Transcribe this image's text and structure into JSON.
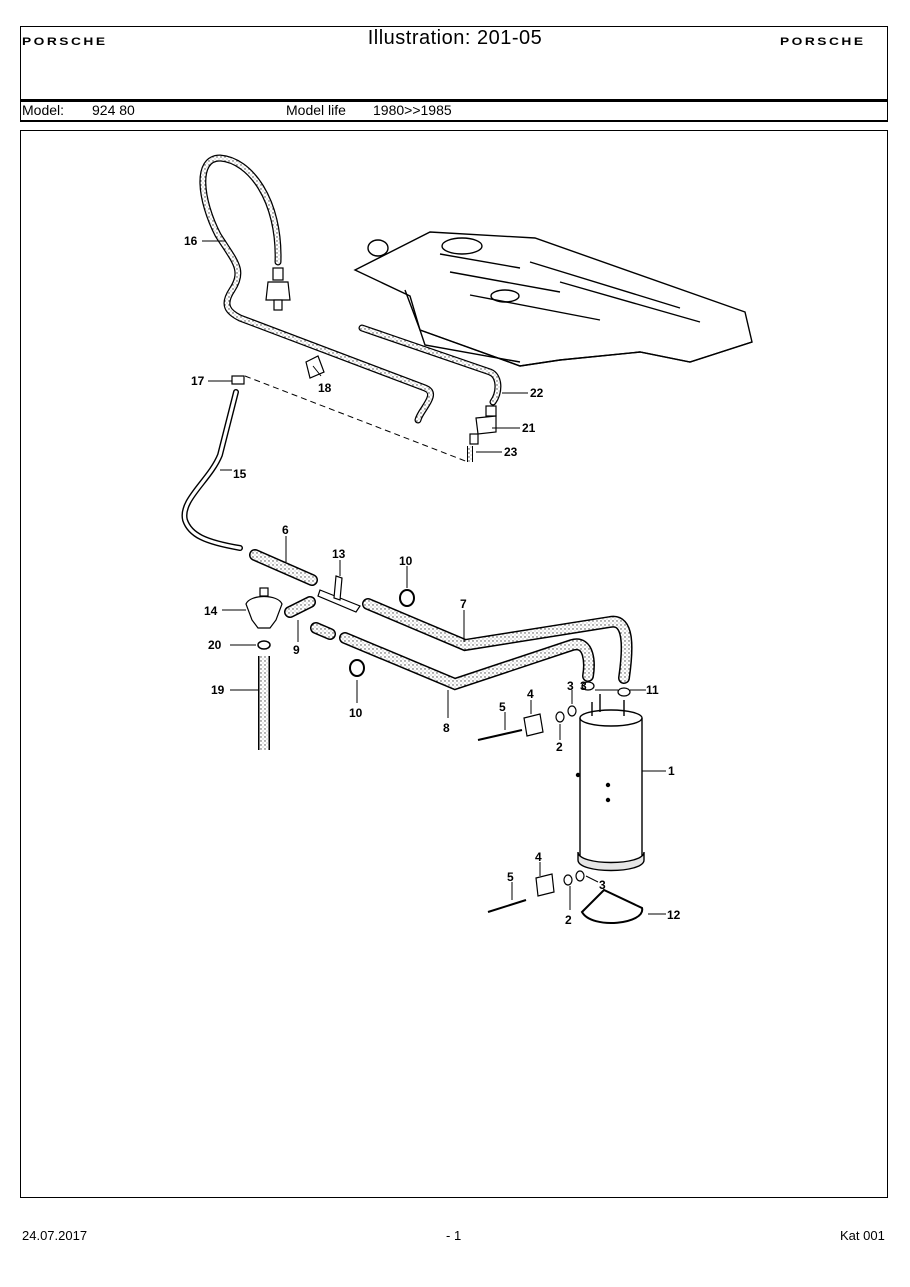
{
  "header": {
    "logo_left": "PORSCHE",
    "logo_right": "PORSCHE",
    "title": "Illustration: 201-05",
    "model_label": "Model:",
    "model_value": "924 80",
    "life_label": "Model life",
    "life_value": "1980>>1985"
  },
  "callouts": {
    "c1": "1",
    "c2a": "2",
    "c2b": "2",
    "c3a": "3",
    "c3b": "3",
    "c3c": "3",
    "c4a": "4",
    "c4b": "4",
    "c5a": "5",
    "c5b": "5",
    "c6": "6",
    "c7": "7",
    "c8": "8",
    "c9": "9",
    "c10a": "10",
    "c10b": "10",
    "c11": "11",
    "c12": "12",
    "c13": "13",
    "c14": "14",
    "c15": "15",
    "c16": "16",
    "c17": "17",
    "c18": "18",
    "c19": "19",
    "c20": "20",
    "c21": "21",
    "c22": "22",
    "c23": "23"
  },
  "footer": {
    "date": "24.07.2017",
    "page": "- 1",
    "catalog": "Kat 001"
  }
}
